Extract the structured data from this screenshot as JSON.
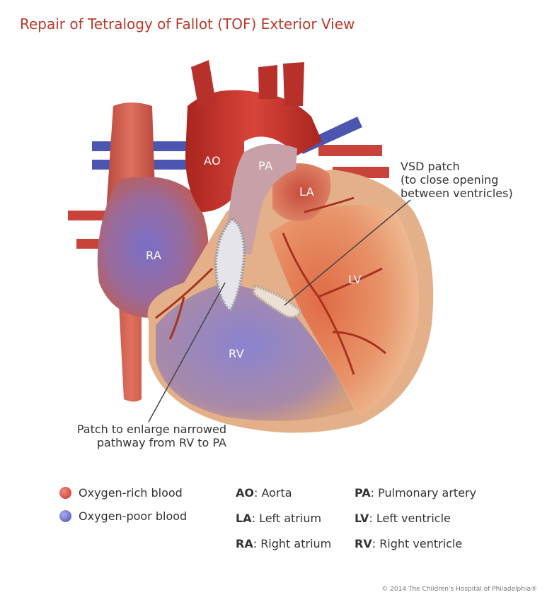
{
  "title": "Repair of Tetralogy of Fallot (TOF) Exterior View",
  "heart_labels": {
    "ao": "AO",
    "pa": "PA",
    "la": "LA",
    "ra": "RA",
    "lv": "LV",
    "rv": "RV"
  },
  "callouts": {
    "vsd_patch": [
      "VSD patch",
      "(to close opening",
      "between ventricles)"
    ],
    "rv_patch": [
      "Patch to enlarge narrowed",
      "pathway from RV to PA"
    ]
  },
  "legend": {
    "rich": {
      "label": "Oxygen-rich blood",
      "color": "#d6403a"
    },
    "poor": {
      "label": "Oxygen-poor blood",
      "color": "#5a5fb0"
    }
  },
  "abbreviations": [
    {
      "abbr": "AO",
      "meaning": "Aorta"
    },
    {
      "abbr": "PA",
      "meaning": "Pulmonary artery"
    },
    {
      "abbr": "LA",
      "meaning": "Left atrium"
    },
    {
      "abbr": "LV",
      "meaning": "Left ventricle"
    },
    {
      "abbr": "RA",
      "meaning": "Right atrium"
    },
    {
      "abbr": "RV",
      "meaning": "Right ventricle"
    }
  ],
  "copyright": "© 2014 The Children's Hospital of Philadelphia®"
}
